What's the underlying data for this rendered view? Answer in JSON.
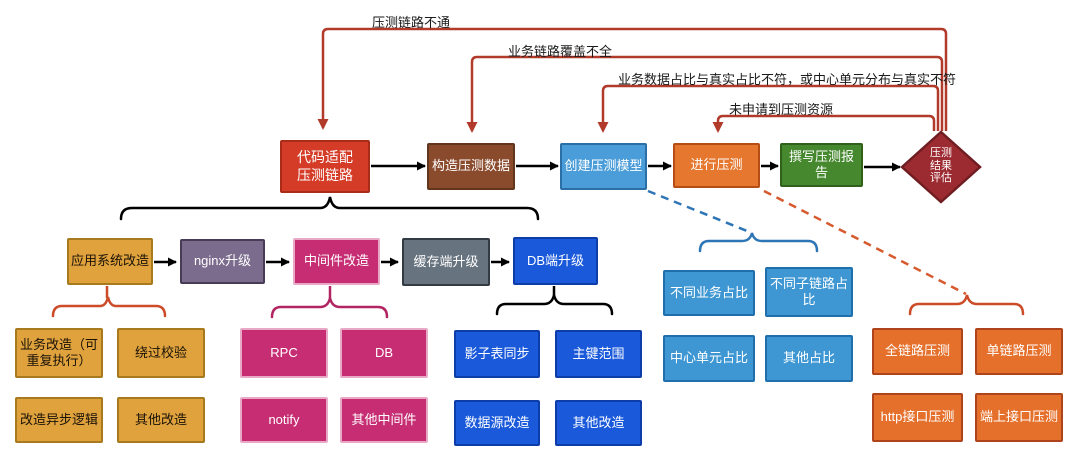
{
  "feedback": {
    "labels": [
      "压测链路不通",
      "业务链路覆盖不全",
      "业务数据占比与真实占比不符，或中心单元分布与真实不符",
      "未申请到压测资源"
    ]
  },
  "flow": {
    "steps": [
      {
        "label": "代码适配\n压测链路"
      },
      {
        "label": "构造压测数据"
      },
      {
        "label": "创建压测模型"
      },
      {
        "label": "进行压测"
      },
      {
        "label": "撰写压测报告"
      },
      {
        "label": "压测\n结果\n评估"
      }
    ]
  },
  "upgrade_row": {
    "items": [
      "应用系统改造",
      "nginx升级",
      "中间件改造",
      "缓存端升级",
      "DB端升级"
    ]
  },
  "groups": {
    "app_changes": {
      "items": [
        "业务改造（可重复执行）",
        "绕过校验",
        "改造异步逻辑",
        "其他改造"
      ]
    },
    "middleware": {
      "items": [
        "RPC",
        "DB",
        "notify",
        "其他中间件"
      ]
    },
    "db_upgrade": {
      "items": [
        "影子表同步",
        "主键范围",
        "数据源改造",
        "其他改造"
      ]
    },
    "model_ratio": {
      "items": [
        "不同业务占比",
        "不同子链路占比",
        "中心单元占比",
        "其他占比"
      ]
    },
    "test_types": {
      "items": [
        "全链路压测",
        "单链路压测",
        "http接口压测",
        "端上接口压测"
      ]
    }
  },
  "colors": {
    "feedback_line": "#b23a2b",
    "step_code_adapt": "#d53c28",
    "step_build_data": "#8a4b2d",
    "step_create_model": "#4a9dd8",
    "step_run_test": "#e5772e",
    "step_write_report": "#45882e",
    "step_result_eval": "#9c2b31",
    "upgrade_app": "#dfa23d",
    "upgrade_nginx": "#7b6b8d",
    "upgrade_middleware": "#c62d73",
    "upgrade_cache": "#67737f",
    "upgrade_db": "#1959da",
    "group_model_ratio": "#3e97d3",
    "group_test_types": "#e5702b",
    "flow_arrow": "#000000"
  }
}
